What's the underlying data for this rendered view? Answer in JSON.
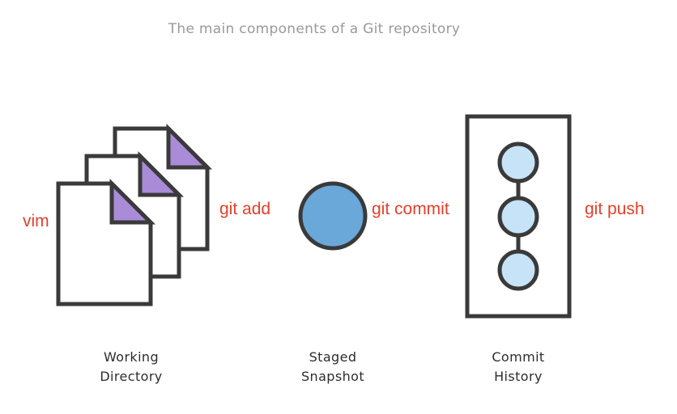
{
  "title": "The main components of a Git repository",
  "commands": {
    "vim": "vim",
    "git_add": "git add",
    "git_commit": "git commit",
    "git_push": "git push"
  },
  "components": {
    "working_directory": {
      "line1": "Working",
      "line2": "Directory"
    },
    "staged_snapshot": {
      "line1": "Staged",
      "line2": "Snapshot"
    },
    "commit_history": {
      "line1": "Commit",
      "line2": "History"
    }
  },
  "colors": {
    "command_text": "#e5402a",
    "outline": "#3a3a3a",
    "file_fold": "#a98bd8",
    "staged_circle": "#6aa8da",
    "commit_circle": "#c7e3f7",
    "title_text": "#9a9a9a",
    "caption_text": "#2d2d2d"
  }
}
